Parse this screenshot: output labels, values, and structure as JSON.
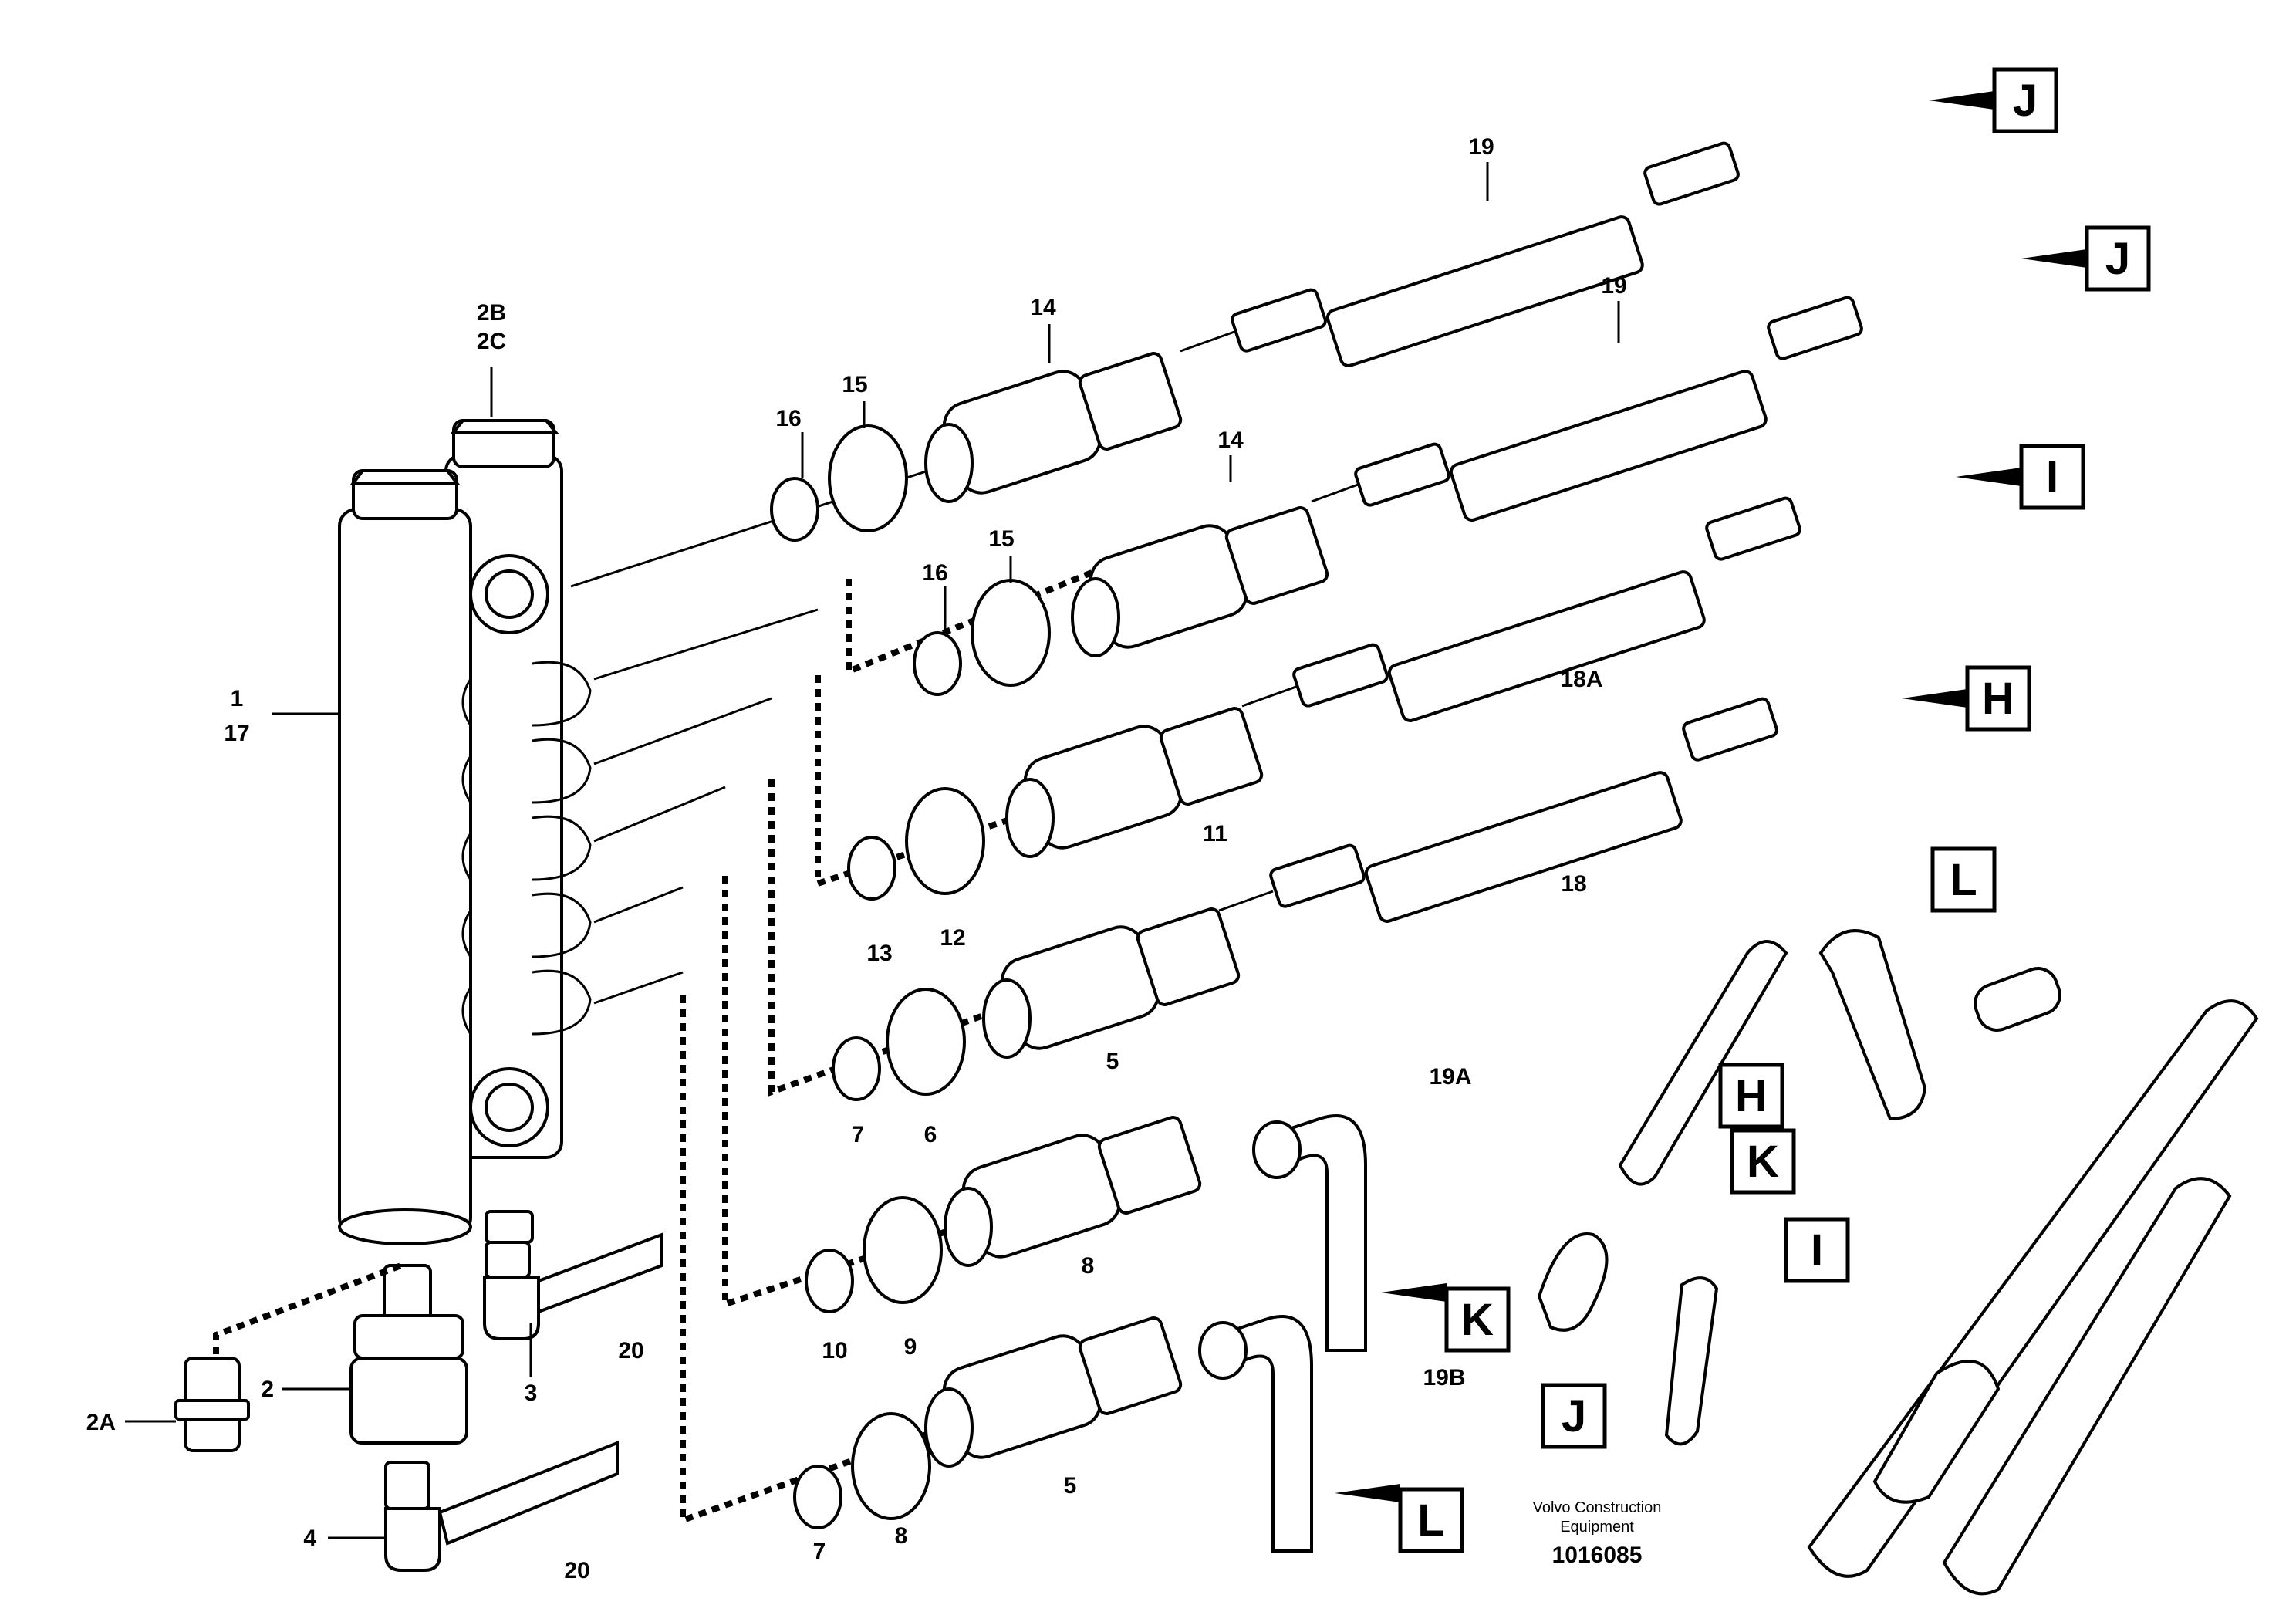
{
  "callouts": {
    "c1": "1",
    "c17": "17",
    "c2": "2",
    "c2A": "2A",
    "c2B": "2B",
    "c2C": "2C",
    "c3": "3",
    "c4": "4",
    "c5a": "5",
    "c5b": "5",
    "c6": "6",
    "c7a": "7",
    "c7b": "7",
    "c8a": "8",
    "c8b": "8",
    "c9": "9",
    "c10": "10",
    "c11": "11",
    "c12": "12",
    "c13": "13",
    "c14a": "14",
    "c14b": "14",
    "c15a": "15",
    "c15b": "15",
    "c16a": "16",
    "c16b": "16",
    "c18": "18",
    "c18A": "18A",
    "c19a": "19",
    "c19b": "19",
    "c19A": "19A",
    "c19B": "19B",
    "c20a": "20",
    "c20b": "20"
  },
  "ref_boxes": {
    "j1": "J",
    "j2": "J",
    "i1": "I",
    "h1": "H",
    "k1": "K",
    "l1": "L",
    "l2": "L",
    "h2": "H",
    "k2": "K",
    "i2": "I",
    "j3": "J"
  },
  "footer": {
    "brand_line1": "Volvo Construction",
    "brand_line2": "Equipment",
    "drawing_number": "1016085"
  }
}
